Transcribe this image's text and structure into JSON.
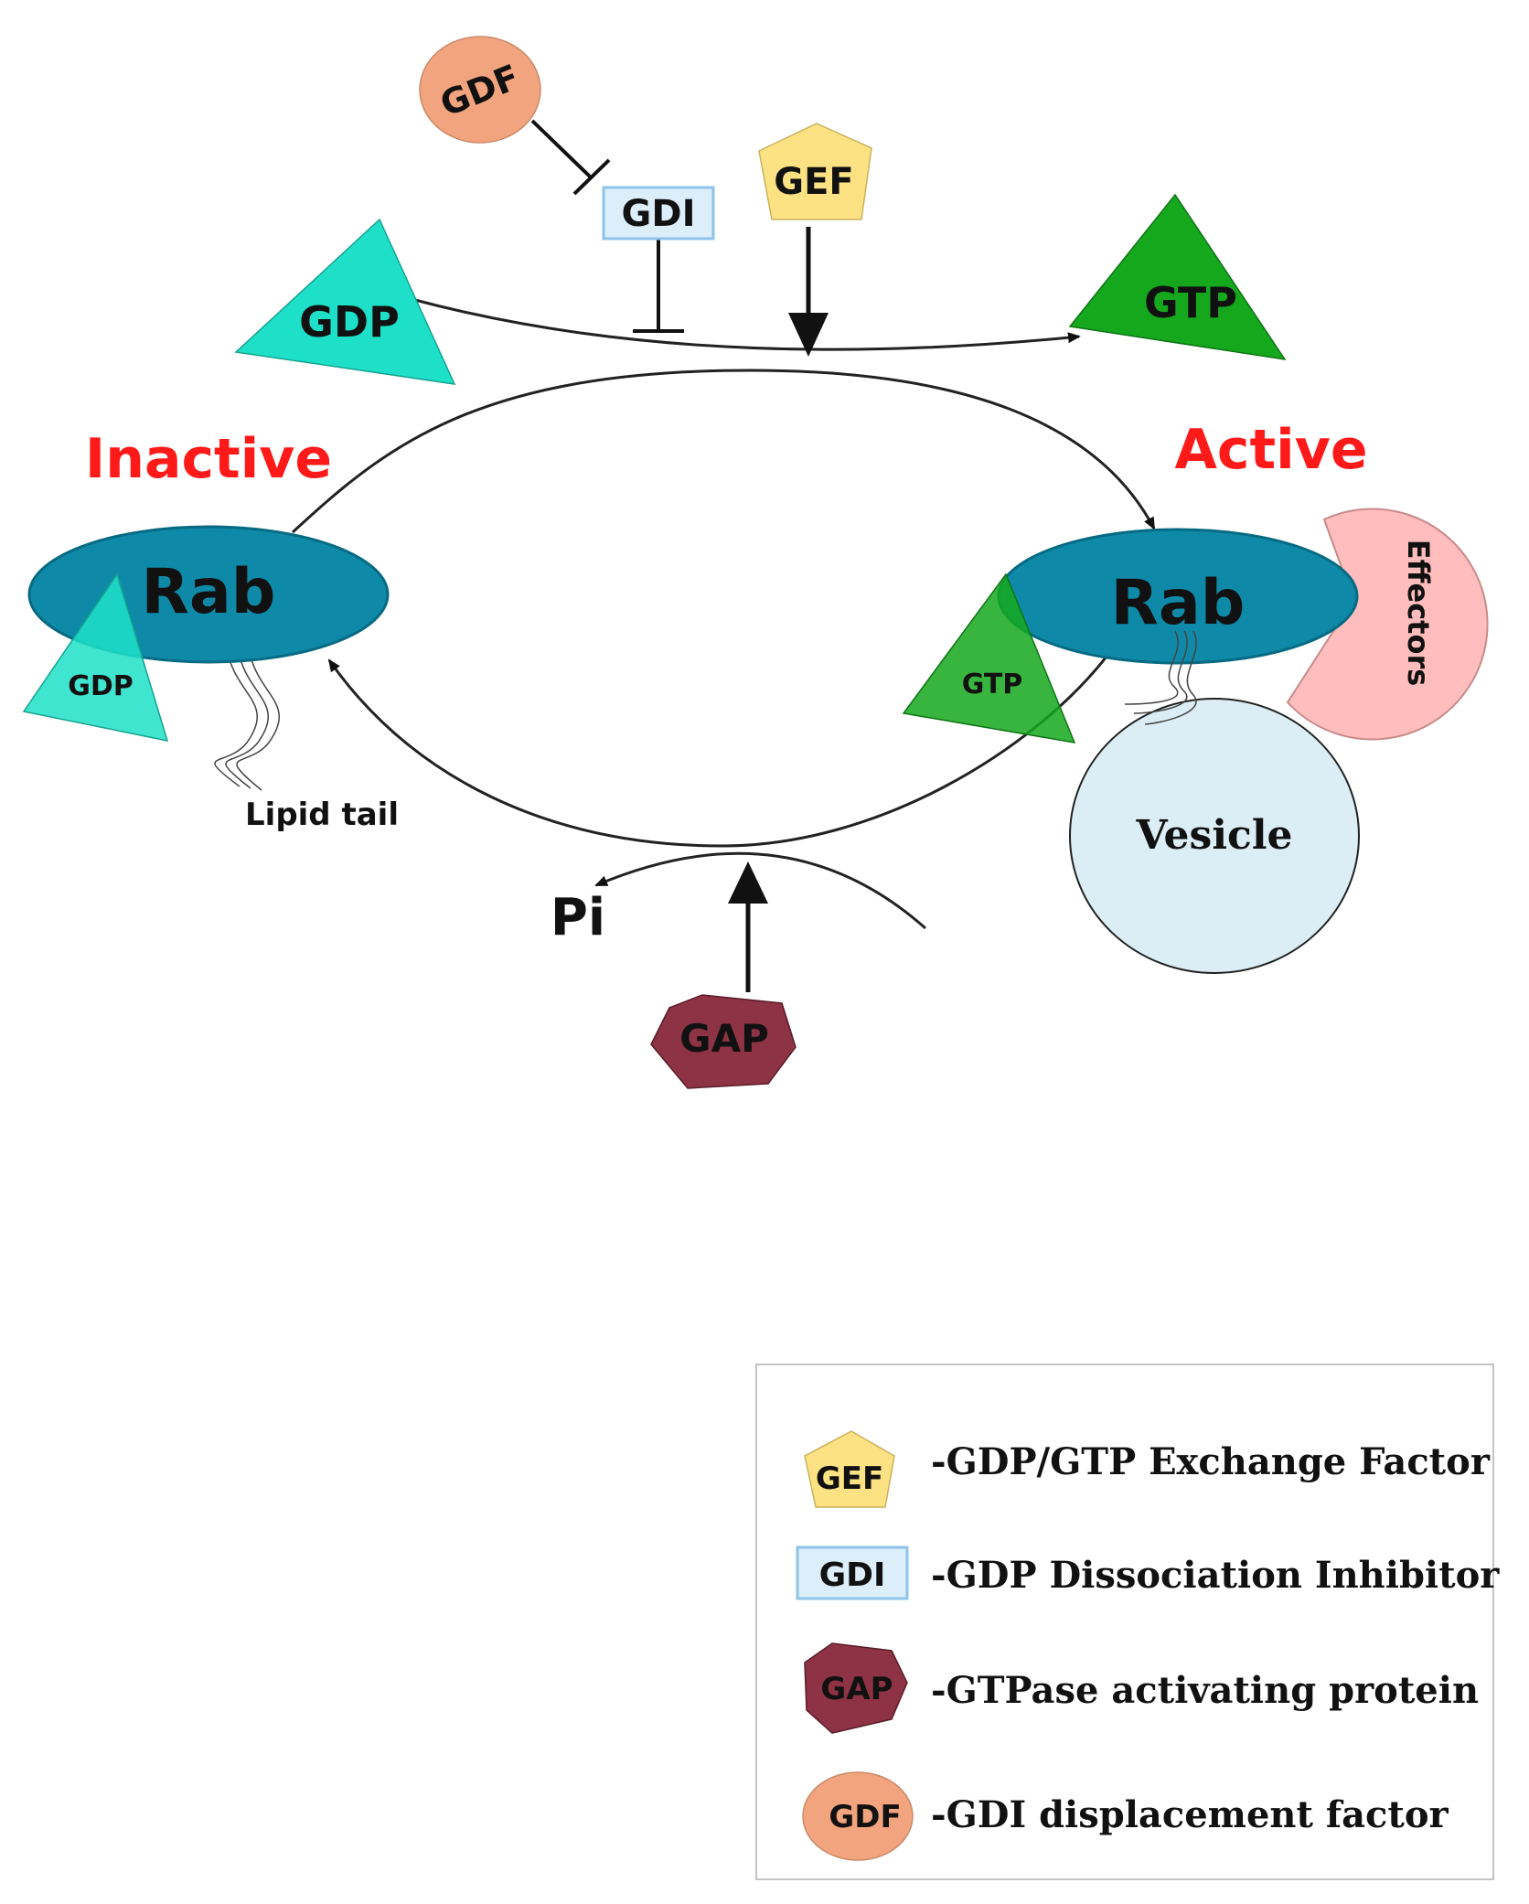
{
  "states": {
    "inactive": "Inactive",
    "active": "Active"
  },
  "nodes": {
    "gdf": "GDF",
    "gdi": "GDI",
    "gef": "GEF",
    "gdp_free": "GDP",
    "gtp_free": "GTP",
    "rab_inactive": "Rab",
    "gdp_bound": "GDP",
    "rab_active": "Rab",
    "gtp_bound": "GTP",
    "effectors": "Effectors",
    "vesicle": "Vesicle",
    "lipid_tail": "Lipid tail",
    "pi": "Pi",
    "gap": "GAP"
  },
  "legend": {
    "items": [
      {
        "symbol": "GEF",
        "text": "-GDP/GTP Exchange Factor"
      },
      {
        "symbol": "GDI",
        "text": "-GDP Dissociation Inhibitor"
      },
      {
        "symbol": "GAP",
        "text": "-GTPase activating protein"
      },
      {
        "symbol": "GDF",
        "text": "-GDI displacement factor"
      }
    ]
  },
  "colors": {
    "label_red": "#ff1a1a",
    "rab_fill": "#0e8aa8",
    "gdp_fill": "#1ee0c8",
    "gtp_fill": "#15a81d",
    "gef_fill": "#fce283",
    "gdi_fill": "#dbeefa",
    "gdi_border": "#8ec3ea",
    "gap_fill": "#8d3345",
    "gdf_fill": "#f2a47e",
    "effectors_fill": "#ffbdbd",
    "vesicle_fill": "#dbeef6"
  }
}
